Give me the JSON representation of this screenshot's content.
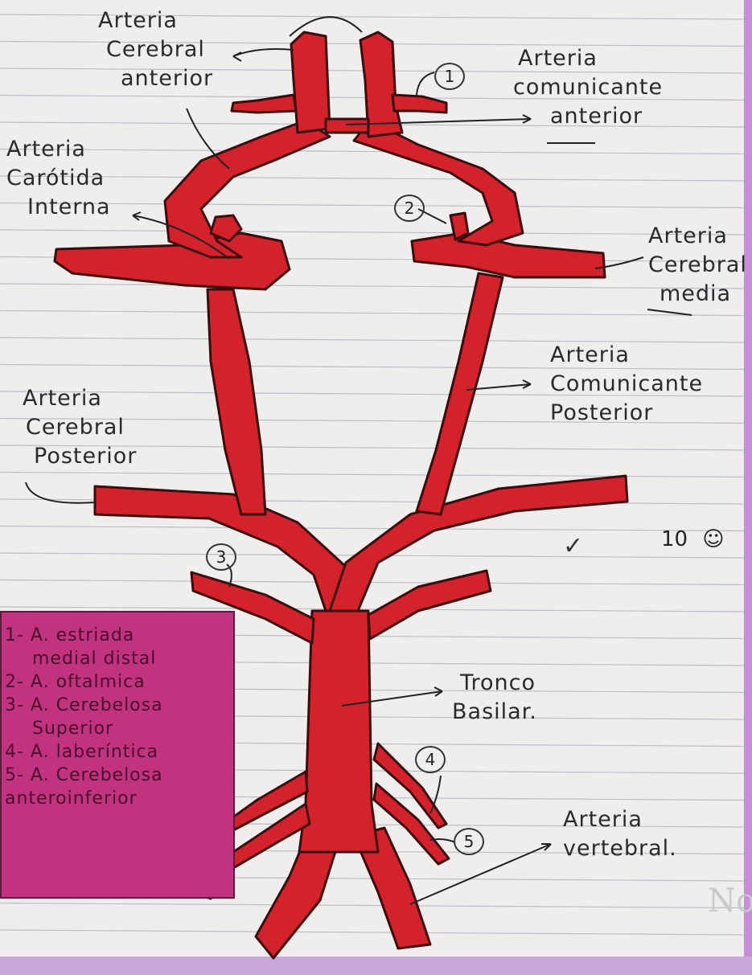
{
  "labels": {
    "aca": [
      "Arteria",
      "Cerebral",
      "anterior"
    ],
    "acom": [
      "Arteria",
      "comunicante",
      "anterior"
    ],
    "ica": [
      "Arteria",
      "Carótida",
      "Interna"
    ],
    "mca": [
      "Arteria",
      "Cerebral",
      "media"
    ],
    "pcom": [
      "Arteria",
      "Comunicante",
      "Posterior"
    ],
    "pca": [
      "Arteria",
      "Cerebral",
      "Posterior"
    ],
    "basilar": [
      "Tronco",
      "Basilar."
    ],
    "vertebral": [
      "Arteria",
      "vertebral."
    ]
  },
  "markers": [
    "1",
    "2",
    "3",
    "4",
    "5"
  ],
  "legend": [
    "1- A. estriada",
    "medial distal",
    "2- A. oftalmica",
    "3- A. Cerebelosa",
    "Superior",
    "4- A. laberíntica",
    "5- A. Cerebelosa",
    "anteroinferior"
  ],
  "grade": "10",
  "check": "✓",
  "watermark": "No",
  "colors": {
    "artery": "#d3222c",
    "artery_outline": "#3b0c0e",
    "legend_bg": "#c2337f",
    "paper_line": "#b8bfc9",
    "margin": "#c78fd8"
  }
}
